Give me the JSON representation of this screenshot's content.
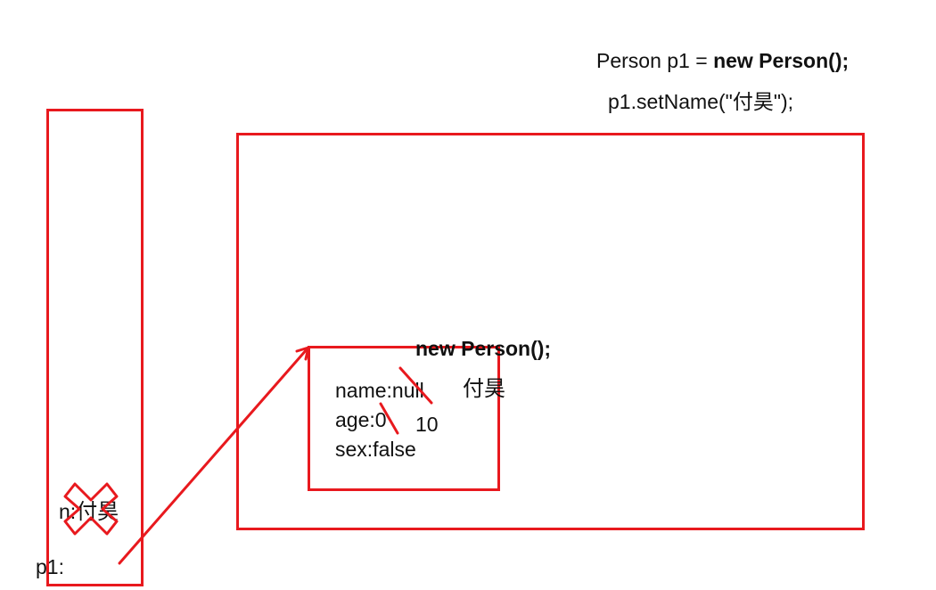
{
  "code": {
    "line1_plain": "Person p1 = ",
    "line1_bold": "new Person();",
    "line2": "p1.setName(\"付昊\");"
  },
  "stack": {
    "param_label": "n:",
    "param_value": "付昊",
    "ref_label": "p1:"
  },
  "heap": {
    "object_title": "new Person();",
    "fields": {
      "name": "name:null",
      "name_new_value": "付昊",
      "age": "age:0",
      "age_new_value": "10",
      "sex": "sex:false"
    }
  },
  "colors": {
    "stroke": "#e8191e",
    "text": "#111111"
  }
}
